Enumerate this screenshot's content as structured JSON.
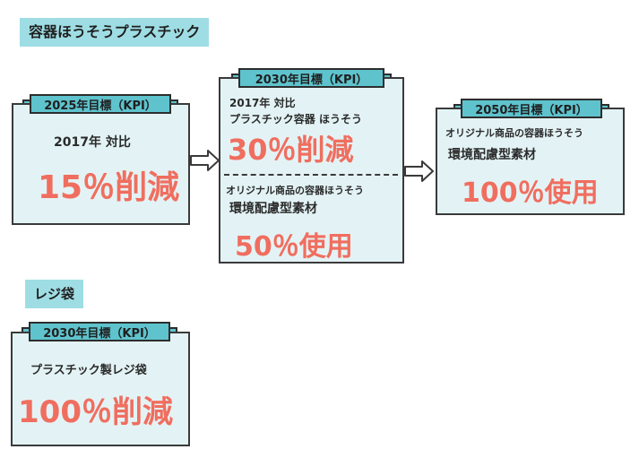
{
  "sections": {
    "container": "容器ほうそうプラスチック",
    "bag": "レジ袋"
  },
  "cards": {
    "c2025": {
      "ribbon": "2025年目標（KPI）",
      "line1": "2017年 対比",
      "value": "15％削減"
    },
    "c2030": {
      "ribbon": "2030年目標（KPI）",
      "line1": "2017年 対比",
      "line2": "プラスチック容器 ほうそう",
      "value1": "30％削減",
      "line3": "オリジナル商品の容器ほうそう",
      "line4": "環境配慮型素材",
      "value2": "50％使用"
    },
    "c2050": {
      "ribbon": "2050年目標（KPI）",
      "line1": "オリジナル商品の容器ほうそう",
      "line2": "環境配慮型素材",
      "value": "100％使用"
    },
    "bag2030": {
      "ribbon": "2030年目標（KPI）",
      "line1": "プラスチック製レジ袋",
      "value": "100％削減"
    }
  },
  "colors": {
    "label_bg": "#9fdde4",
    "card_bg": "#e3f3f5",
    "ribbon_bg": "#5ec3cd",
    "accent": "#f06e5f"
  }
}
